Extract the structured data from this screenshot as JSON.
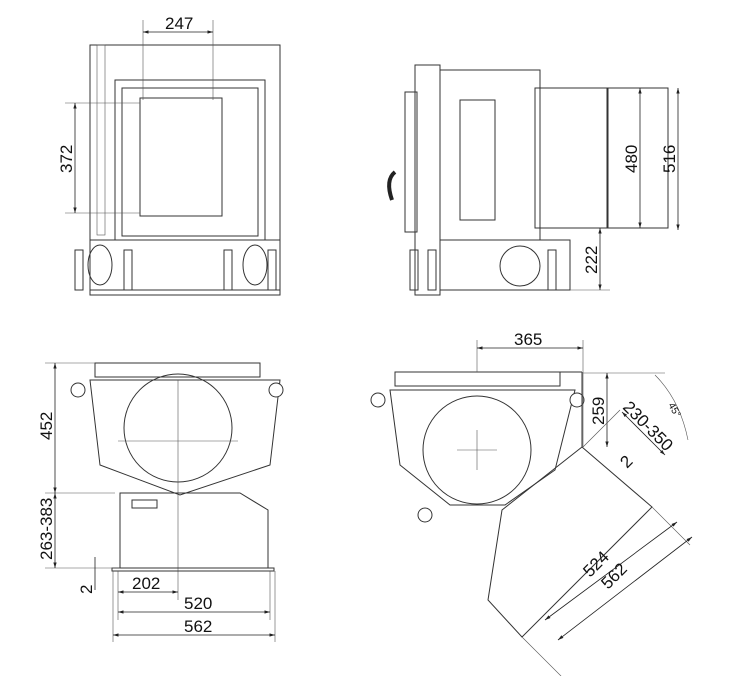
{
  "views": {
    "front_top": {
      "width_label": "247",
      "height_label": "372"
    },
    "side_top": {
      "panel_inner_label": "480",
      "panel_outer_label": "516",
      "base_height_label": "222"
    },
    "front_bottom": {
      "height_label": "452",
      "range_label": "263-383",
      "gap_label": "2",
      "offset_label": "202",
      "inner_width_label": "520",
      "outer_width_label": "562"
    },
    "angled_bottom": {
      "offset_label": "365",
      "height_label": "259",
      "range_label": "230-350",
      "angle_label": "45°",
      "gap_label": "2",
      "inner_length_label": "524",
      "outer_length_label": "562"
    }
  }
}
